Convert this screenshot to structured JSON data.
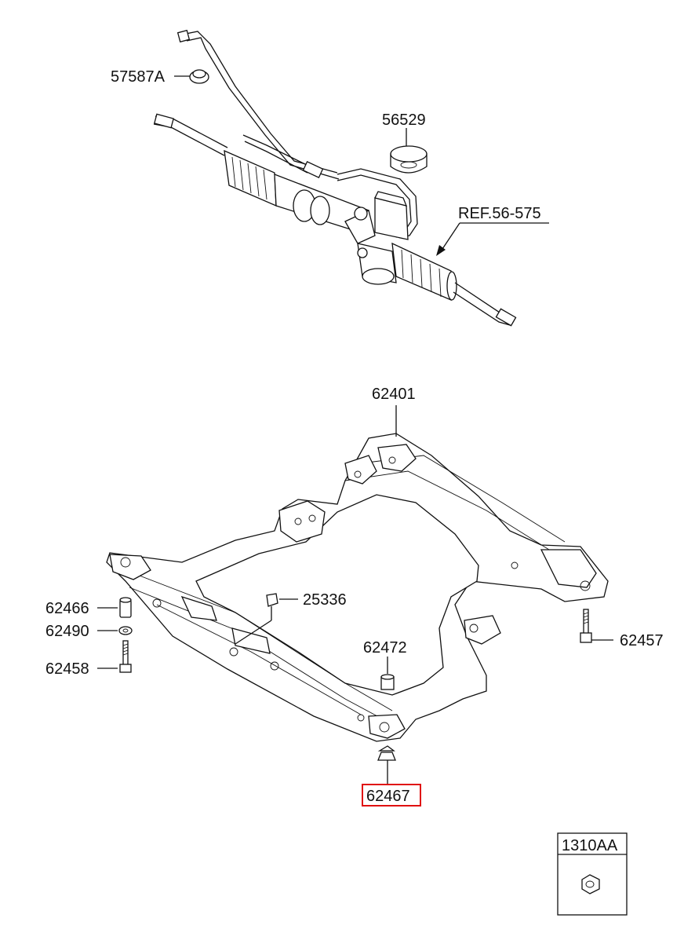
{
  "colors": {
    "line": "#111111",
    "highlight": "#e01010",
    "background": "#ffffff"
  },
  "labels": {
    "p57587a": "57587A",
    "p56529": "56529",
    "ref": "REF.56-575",
    "p62401": "62401",
    "p62466": "62466",
    "p62490": "62490",
    "p62458": "62458",
    "p25336": "25336",
    "p62472": "62472",
    "p62457": "62457",
    "p62467": "62467",
    "p1310aa": "1310AA"
  },
  "highlighted_part": "62467"
}
